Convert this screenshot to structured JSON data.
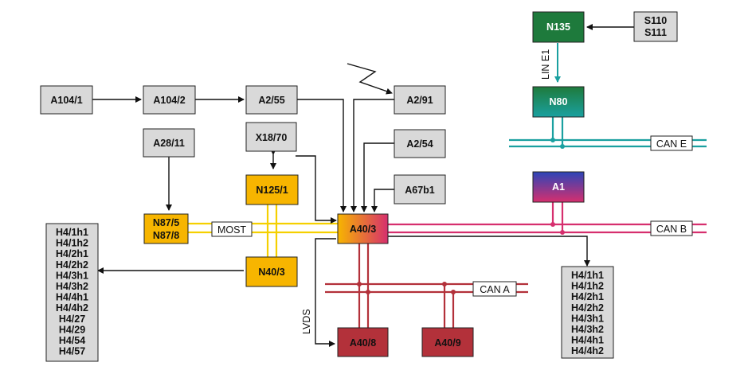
{
  "colors": {
    "gray": "#d9d9d9",
    "gateway_orange": "#f7b500",
    "green": "#1e7a3c",
    "teal": "#1aa0a0",
    "magenta": "#d62f6e",
    "red": "#b3313a",
    "yellow_bus": "#f5d000"
  },
  "units": {
    "n135": "N135",
    "s110_s111": [
      "S110",
      "S111"
    ],
    "lin_e1": "LIN E1",
    "n80": "N80",
    "can_e": "CAN E",
    "a1": "A1",
    "can_b": "CAN B",
    "a104_1": "A104/1",
    "a104_2": "A104/2",
    "a2_55": "A2/55",
    "a2_91": "A2/91",
    "a28_11": "A28/11",
    "x18_70": "X18/70",
    "a2_54": "A2/54",
    "n125_1": "N125/1",
    "a67b1": "A67b1",
    "n87": [
      "N87/5",
      "N87/8"
    ],
    "most": "MOST",
    "a40_3": "A40/3",
    "n40_3": "N40/3",
    "lvds": "LVDS",
    "can_a": "CAN A",
    "a40_8": "A40/8",
    "a40_9": "A40/9"
  },
  "speakers_left": [
    "H4/1h1",
    "H4/1h2",
    "H4/2h1",
    "H4/2h2",
    "H4/3h1",
    "H4/3h2",
    "H4/4h1",
    "H4/4h2",
    "H4/27",
    "H4/29",
    "H4/54",
    "H4/57"
  ],
  "speakers_right": [
    "H4/1h1",
    "H4/1h2",
    "H4/2h1",
    "H4/2h2",
    "H4/3h1",
    "H4/3h2",
    "H4/4h1",
    "H4/4h2"
  ]
}
